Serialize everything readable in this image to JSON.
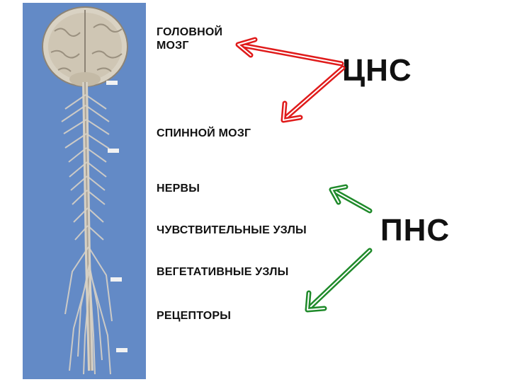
{
  "labels": {
    "brain": "ГОЛОВНОЙ\nМОЗГ",
    "spinal_cord": "СПИННОЙ МОЗГ",
    "nerves": "НЕРВЫ",
    "sensory_ganglia": "ЧУВСТВИТЕЛЬНЫЕ УЗЛЫ",
    "autonomic_ganglia": "ВЕГЕТАТИВНЫЕ УЗЛЫ",
    "receptors": "РЕЦЕПТОРЫ"
  },
  "groups": {
    "cns": "ЦНС",
    "pns": "ПНС"
  },
  "colors": {
    "cns_arrow": "#e01b1b",
    "pns_arrow": "#1f8a2a",
    "photo_background": "#5f86c4"
  }
}
